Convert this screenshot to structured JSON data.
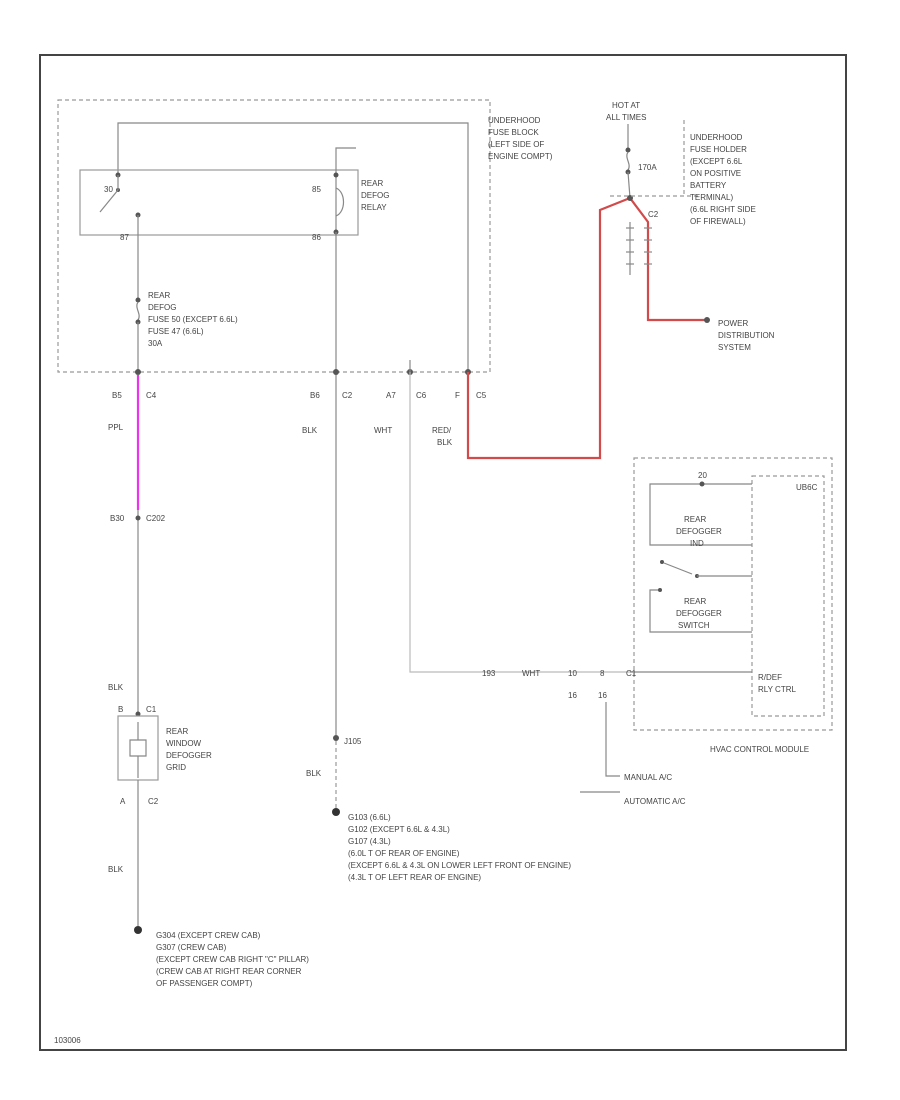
{
  "diagram": {
    "footer_code": "103006",
    "underhood_fuse_block": [
      "UNDERHOOD",
      "FUSE BLOCK",
      "(LEFT SIDE OF",
      "ENGINE COMPT)"
    ],
    "relay": {
      "name": [
        "REAR",
        "DEFOG",
        "RELAY"
      ],
      "pin_30": "30",
      "pin_85": "85",
      "pin_87": "87",
      "pin_86": "86"
    },
    "fuse": [
      "REAR",
      "DEFOG",
      "FUSE 50   (EXCEPT 6.6L)",
      "FUSE 47   (6.6L)",
      "30A"
    ],
    "hot_at_all_times": [
      "HOT AT",
      "ALL TIMES"
    ],
    "underhood_fuse_holder": [
      "UNDERHOOD",
      "FUSE HOLDER",
      "(EXCEPT 6.6L",
      "ON POSITIVE",
      "BATTERY",
      "TERMINAL)",
      "(6.6L RIGHT SIDE",
      "OF FIREWALL)"
    ],
    "fuse_170a": "170A",
    "fuse_holder_pin": "C2",
    "power_distribution": [
      "POWER",
      "DISTRIBUTION",
      "SYSTEM"
    ],
    "connectors": {
      "c1_pin": "B5",
      "c1_id": "C4",
      "c2_pin": "B6",
      "c2_id": "C2",
      "c3_pin": "A7",
      "c3_id": "C6",
      "c4_pin": "F",
      "c4_id": "C5",
      "c202_pin": "B30",
      "c202_id": "C202"
    },
    "wire_colors": {
      "ppl": "PPL",
      "blk": "BLK",
      "wht": "WHT",
      "red_blk": [
        "RED/",
        "BLK"
      ]
    },
    "module": {
      "code": "UB6C",
      "pin_20": "20",
      "rear_defogger_ind": [
        "REAR",
        "DEFOGGER",
        "IND"
      ],
      "rear_defogger_switch": [
        "REAR",
        "DEFOGGER",
        "SWITCH"
      ],
      "rdef_rly_ctrl": [
        "R/DEF",
        "RLY CTRL"
      ],
      "name": "HVAC CONTROL MODULE",
      "c1": "C1"
    },
    "hvac_connector": {
      "num": "193",
      "color": "WHT",
      "pin_a": "10",
      "pin_b": "8",
      "pin_c": "16",
      "pin_d": "16"
    },
    "manual_ac": "MANUAL A/C",
    "automatic_ac": "AUTOMATIC A/C",
    "grid": {
      "name": [
        "REAR",
        "WINDOW",
        "DEFOGGER",
        "GRID"
      ],
      "pin_b": "B",
      "pin_c1": "C1",
      "pin_a": "A",
      "pin_c2": "C2"
    },
    "splice_j105": "J105",
    "ground_g103": [
      "G103   (6.6L)",
      "G102   (EXCEPT 6.6L & 4.3L)",
      "G107   (4.3L)",
      "(6.0L T OF REAR OF ENGINE)",
      "(EXCEPT 6.6L & 4.3L ON LOWER LEFT FRONT OF ENGINE)",
      "(4.3L T OF LEFT REAR OF ENGINE)"
    ],
    "ground_g304": [
      "G304   (EXCEPT CREW CAB)",
      "G307   (CREW CAB)",
      "(EXCEPT CREW CAB RIGHT \"C\" PILLAR)",
      "(CREW CAB AT RIGHT REAR CORNER",
      "OF PASSENGER COMPT)"
    ]
  }
}
